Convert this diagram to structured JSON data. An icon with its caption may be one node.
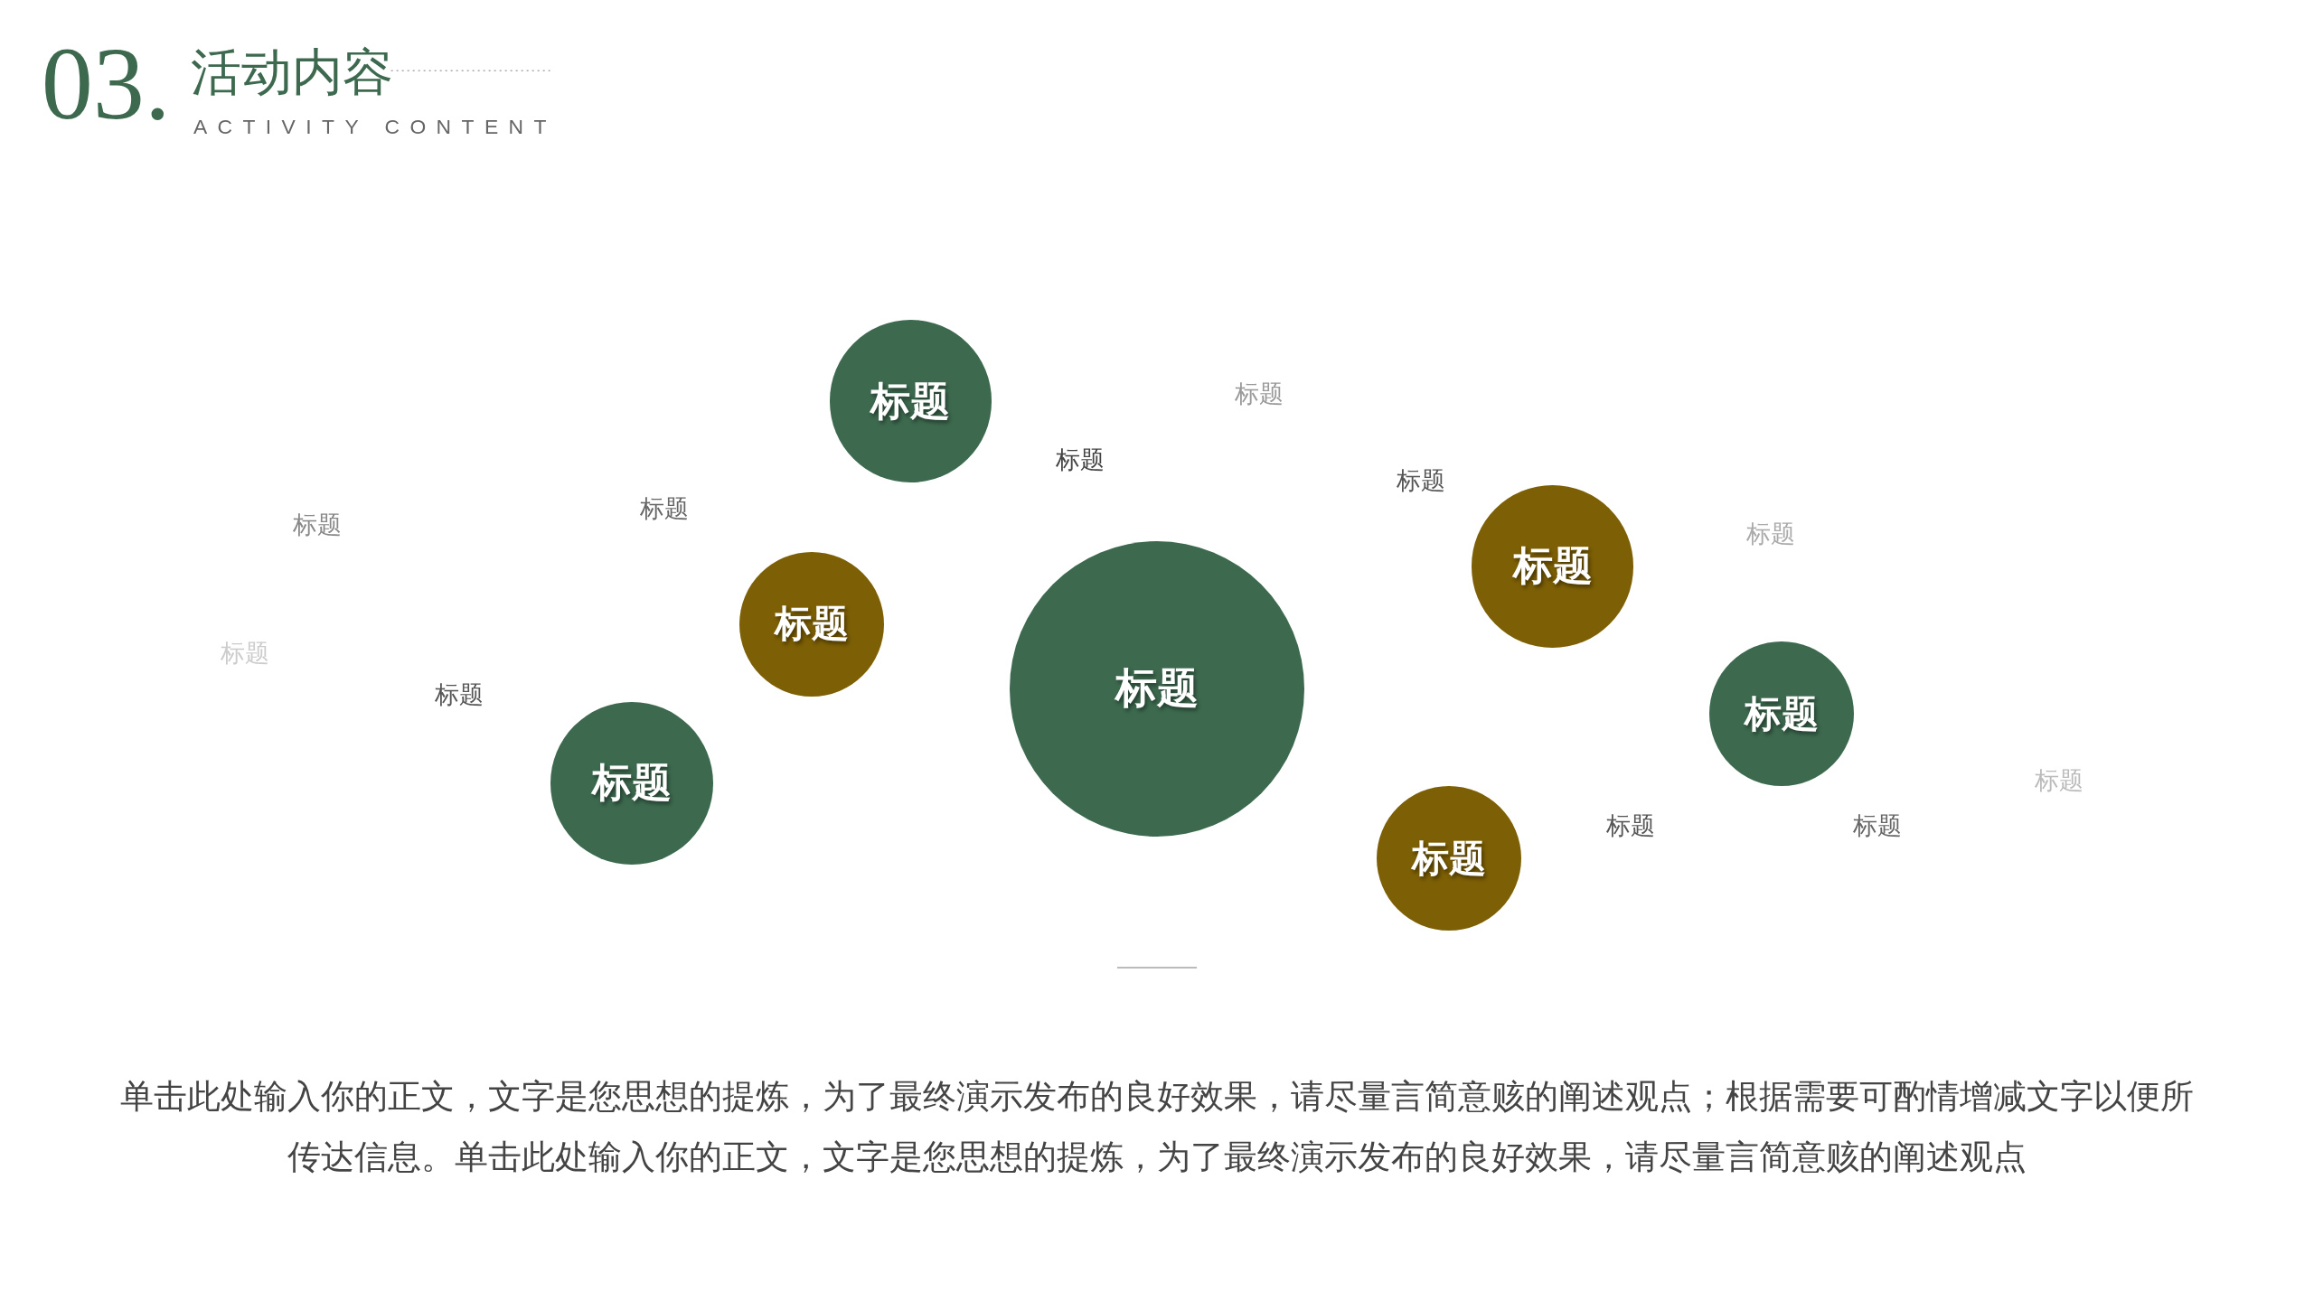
{
  "diagram": {
    "title": "活动内容",
    "nodes": [
      {
        "text": [
          "标题"
        ]
      },
      {
        "text": [
          "标题"
        ]
      },
      {
        "text": [
          "标题"
        ]
      },
      {
        "text": [
          "标题"
        ]
      },
      {
        "text": [
          "标题"
        ]
      },
      {
        "text": [
          "标题"
        ]
      },
      {
        "text": [
          "标题"
        ]
      }
    ],
    "edges": [],
    "labels": [
      "03.",
      "ACTIVITY CONTENT",
      "标题",
      "标题",
      "标题",
      "标题",
      "标题",
      "标题",
      "标题",
      "标题",
      "标题",
      "标题",
      "标题",
      "单击此处输入你的正文，文字是您思想的提炼，为了最终演示发布的良好效果，请尽量言简意赅的阐述观点；根据需要可酌情增减文字以便所传达信息。单击此处输入你的正文，文字是您思想的提炼，为了最终演示发布的良好效果，请尽量言简意赅的阐述观点"
    ]
  }
}
